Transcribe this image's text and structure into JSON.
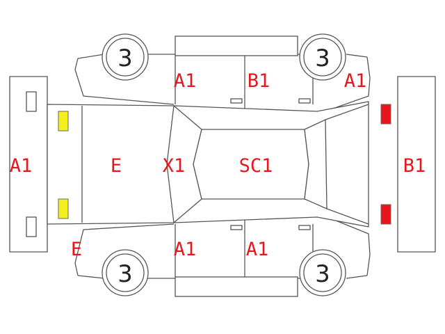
{
  "colors": {
    "label": "#e8161c",
    "outline": "#555555",
    "lamp_front": "#f4f020",
    "lamp_rear": "#e8161c"
  },
  "icons": {
    "front_lamps": "yellow-square-icon",
    "rear_lamps": "red-square-icon",
    "wheels": "circle-icon"
  },
  "wheels": {
    "front_top": "3",
    "rear_top": "3",
    "front_bottom": "3",
    "rear_bottom": "3"
  },
  "labels": {
    "front_bumper": "A1",
    "hood": "E",
    "front_left_corner": "E",
    "front_pillar_top": "A1",
    "front_door_top": "B1",
    "rear_fender_top": "A1",
    "windshield": "X1",
    "roof": "SC1",
    "rear_bumper": "B1",
    "front_door_bottom": "A1",
    "rear_door_bottom": "A1"
  }
}
